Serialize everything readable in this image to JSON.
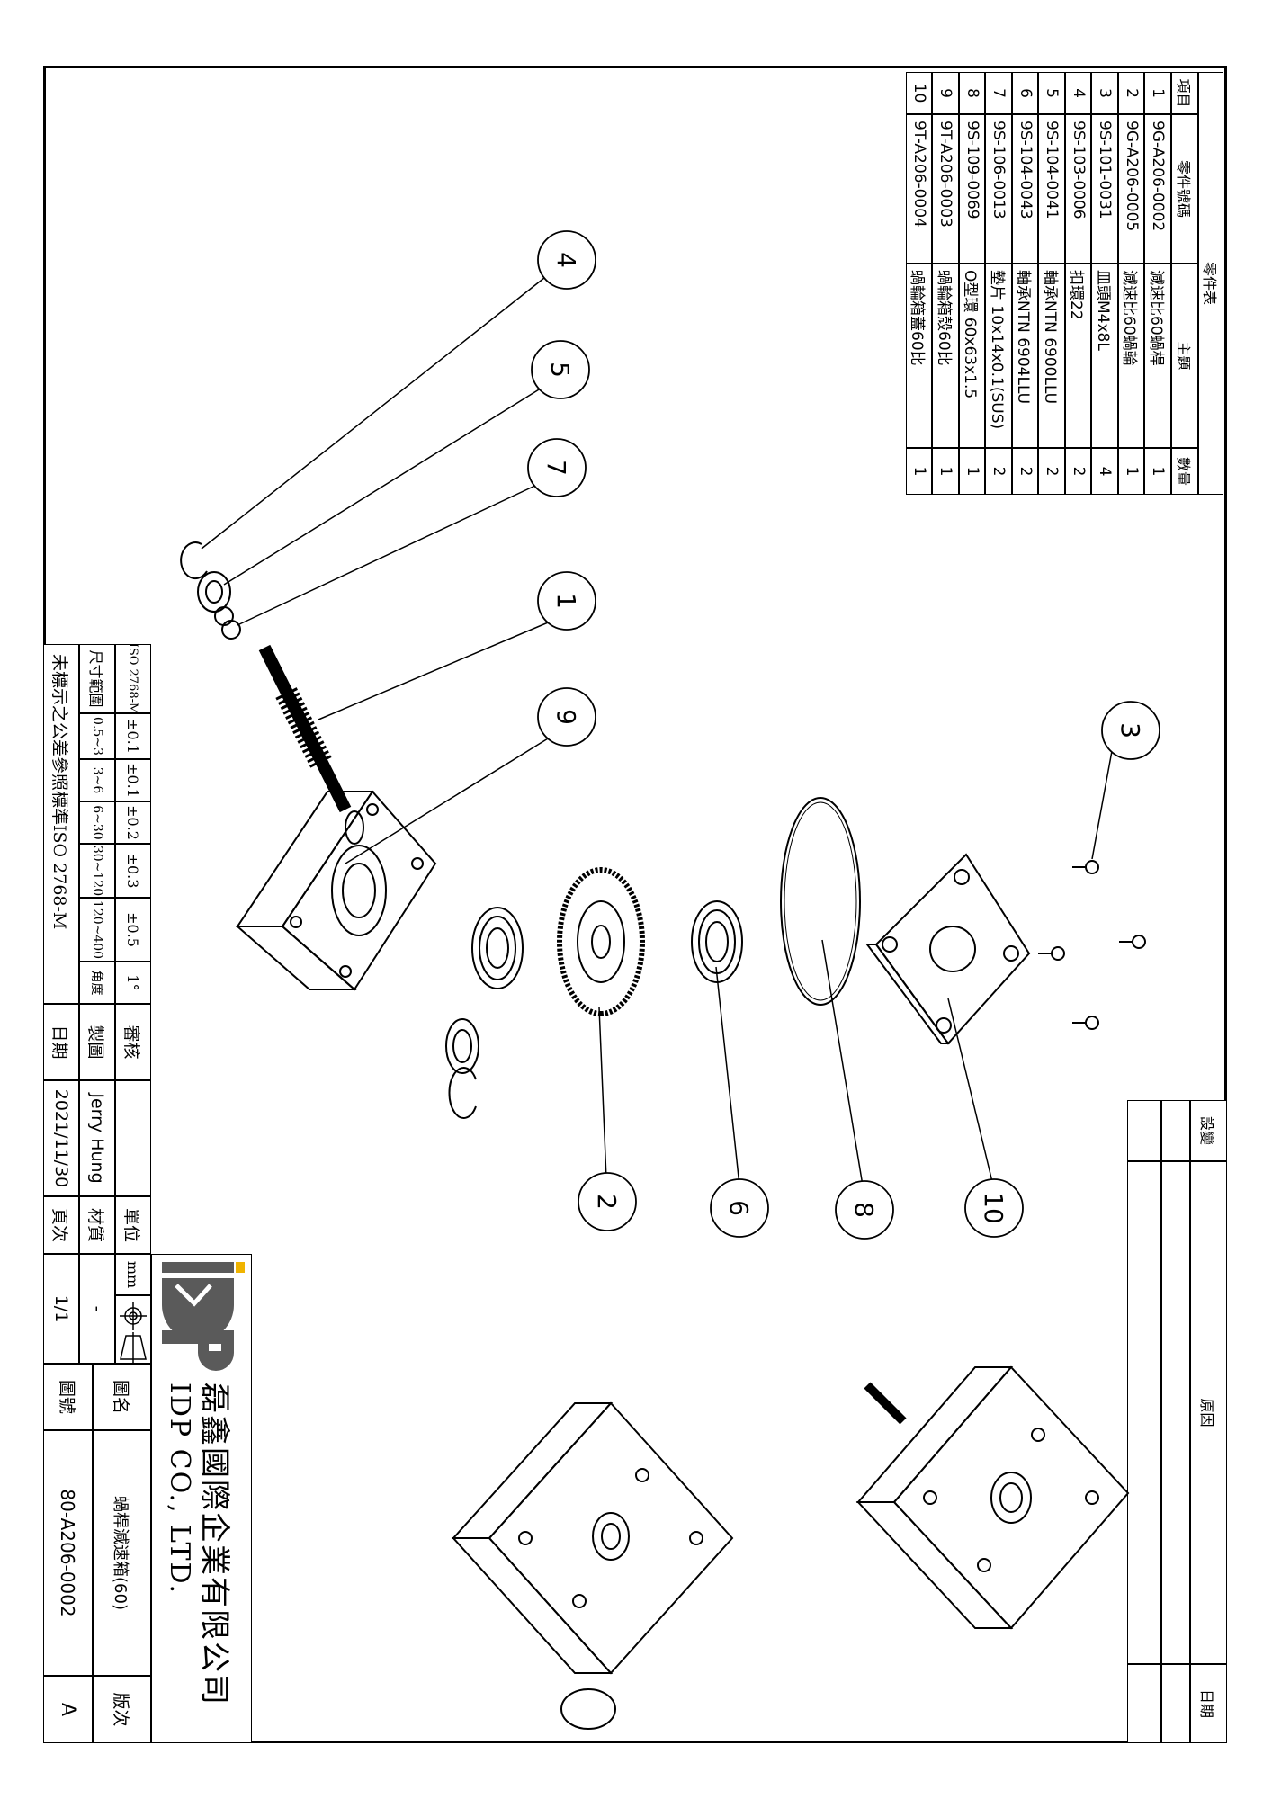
{
  "parts_table": {
    "title": "零件表",
    "headers": {
      "item": "項目",
      "part_no": "零件號碼",
      "subject": "主題",
      "qty": "數量"
    },
    "rows": [
      {
        "item": "1",
        "part_no": "9G-A206-0002",
        "subject": "減速比60蝸桿",
        "qty": "1"
      },
      {
        "item": "2",
        "part_no": "9G-A206-0005",
        "subject": "減速比60蝸輪",
        "qty": "1"
      },
      {
        "item": "3",
        "part_no": "9S-101-0031",
        "subject": "皿頭M4x8L",
        "qty": "4"
      },
      {
        "item": "4",
        "part_no": "9S-103-0006",
        "subject": "扣環22",
        "qty": "2"
      },
      {
        "item": "5",
        "part_no": "9S-104-0041",
        "subject": "軸承NTN 6900LLU",
        "qty": "2"
      },
      {
        "item": "6",
        "part_no": "9S-104-0043",
        "subject": "軸承NTN 6904LLU",
        "qty": "2"
      },
      {
        "item": "7",
        "part_no": "9S-106-0013",
        "subject": "墊片 10x14x0.1(SUS)",
        "qty": "2"
      },
      {
        "item": "8",
        "part_no": "9S-109-0069",
        "subject": "O型環 60x63x1.5",
        "qty": "1"
      },
      {
        "item": "9",
        "part_no": "9T-A206-0003",
        "subject": "蝸輪箱殼60比",
        "qty": "1"
      },
      {
        "item": "10",
        "part_no": "9T-A206-0004",
        "subject": "蝸輪箱蓋60比",
        "qty": "1"
      }
    ]
  },
  "revision_block": {
    "change": "設變",
    "reason": "原因",
    "date": "日期"
  },
  "balloons": [
    "4",
    "5",
    "7",
    "1",
    "9",
    "3",
    "2",
    "6",
    "8",
    "10"
  ],
  "tolerance": {
    "standard": "ISO 2768-M",
    "tolerances": [
      "±0.1",
      "±0.1",
      "±0.2",
      "±0.3",
      "±0.5",
      "1°"
    ],
    "range_label": "尺寸範圍",
    "ranges": [
      "0.5~3",
      "3~6",
      "6~30",
      "30~120",
      "120~400",
      "角度"
    ],
    "note": "未標示之公差參照標準ISO 2768-M"
  },
  "title_block": {
    "review_label": "審核",
    "review_value": "",
    "drawn_label": "製圖",
    "drawn_value": "Jerry Hung",
    "date_label": "日期",
    "date_value": "2021/11/30",
    "unit_label": "單位",
    "unit_value": "mm",
    "material_label": "材質",
    "material_value": "-",
    "page_label": "頁次",
    "page_value": "1/1",
    "drawing_name_label": "圖名",
    "drawing_name_value": "蝸桿減速箱(60)",
    "drawing_no_label": "圖號",
    "drawing_no_value": "80-A206-0002",
    "version_label": "版次",
    "version_value": "A"
  },
  "company": {
    "name_zh": "磊鑫國際企業有限公司",
    "name_en": "IDP CO., LTD.",
    "logo_text": "IDP",
    "logo_gray": "#5a5a5a",
    "logo_yellow": "#f0b400"
  }
}
